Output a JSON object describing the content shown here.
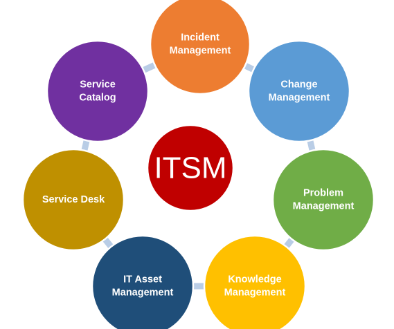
{
  "diagram": {
    "center": {
      "label": "ITSM",
      "color": "#c00000"
    },
    "connector_color": "#b9cde6",
    "nodes": [
      {
        "id": "incident-management",
        "lines": [
          "Incident",
          "Management"
        ],
        "color": "#ed7d31"
      },
      {
        "id": "change-management",
        "lines": [
          "Change",
          "Management"
        ],
        "color": "#5b9bd5"
      },
      {
        "id": "problem-management",
        "lines": [
          "Problem",
          "Management"
        ],
        "color": "#70ad47"
      },
      {
        "id": "knowledge-management",
        "lines": [
          "Knowledge",
          "Management"
        ],
        "color": "#ffc000"
      },
      {
        "id": "it-asset-management",
        "lines": [
          "IT Asset",
          "Management"
        ],
        "color": "#1f4e79"
      },
      {
        "id": "service-desk",
        "lines": [
          "Service Desk"
        ],
        "color": "#bf9000"
      },
      {
        "id": "service-catalog",
        "lines": [
          "Service",
          "Catalog"
        ],
        "color": "#7030a0"
      }
    ]
  }
}
